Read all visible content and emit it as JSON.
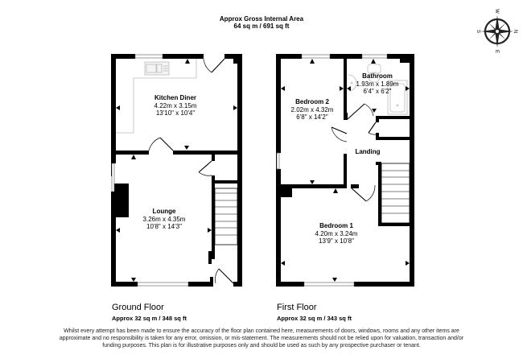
{
  "header": {
    "title": "Approx Gross Internal Area",
    "area": "64 sq m / 691 sq ft"
  },
  "compass": {
    "labels": {
      "top": "W",
      "left": "S",
      "right": "N",
      "bottom": "E"
    }
  },
  "ground_floor": {
    "title": "Ground Floor",
    "area": "Approx 32 sq m / 348 sq ft",
    "rooms": [
      {
        "name": "Kitchen Diner",
        "metric": "4.22m x 3.15m",
        "imperial": "13'10\" x 10'4\""
      },
      {
        "name": "Lounge",
        "metric": "3.26m x 4.35m",
        "imperial": "10'8\" x 14'3\""
      }
    ]
  },
  "first_floor": {
    "title": "First Floor",
    "area": "Approx 32 sq m / 343 sq ft",
    "rooms": [
      {
        "name": "Bedroom 2",
        "metric": "2.02m x 4.32m",
        "imperial": "6'8\" x 14'2\""
      },
      {
        "name": "Bathroom",
        "metric": "1.93m x 1.89m",
        "imperial": "6'4\" x 6'2\""
      },
      {
        "name": "Landing"
      },
      {
        "name": "Bedroom 1",
        "metric": "4.20m x 3.24m",
        "imperial": "13'9\" x 10'8\""
      }
    ]
  },
  "disclaimer": "Whilst every attempt has been made to ensure the accuracy of the floor plan contained here, measurements of doors, windows, rooms and any other items are approximate and no responsibility is taken for any error, omission, or mis-statement. The measurements should not be relied upon for valuation, transaction and/or funding purposes. This plan is for illustrative purposes only and should be used as such by any prospective purchaser or tenant."
}
